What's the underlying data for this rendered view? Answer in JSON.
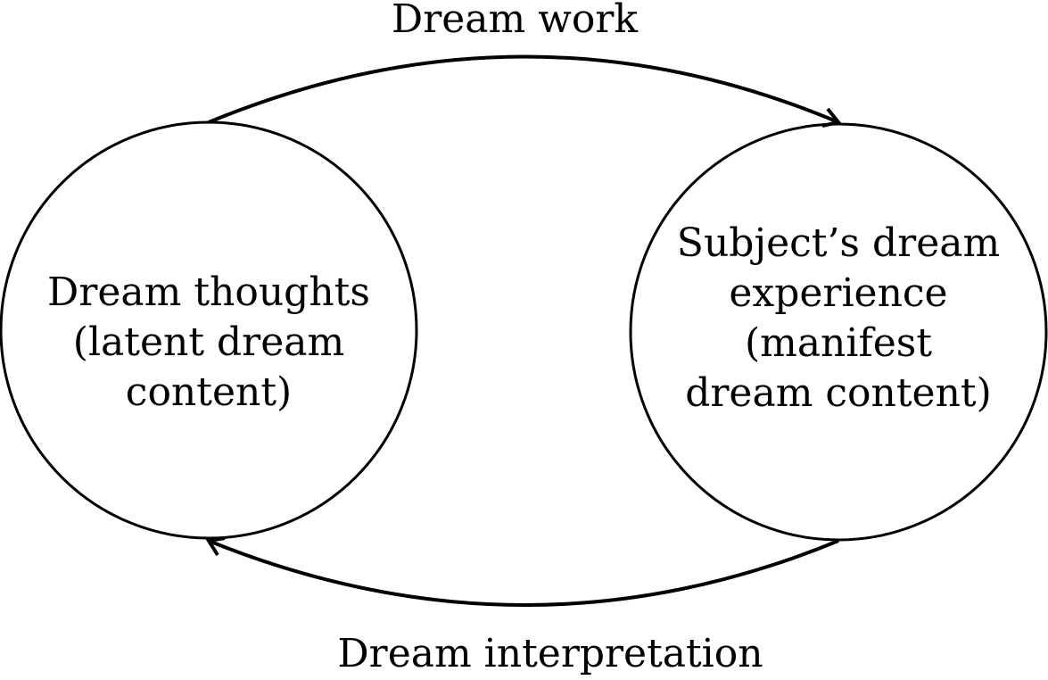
{
  "top_arrow_label": "Dream work",
  "bottom_arrow_label": "Dream interpretation",
  "left_node": {
    "lines": [
      "Dream thoughts",
      "(latent dream",
      "content)"
    ]
  },
  "right_node": {
    "lines": [
      "Subject’s dream",
      "experience",
      "(manifest",
      "dream content)"
    ]
  }
}
